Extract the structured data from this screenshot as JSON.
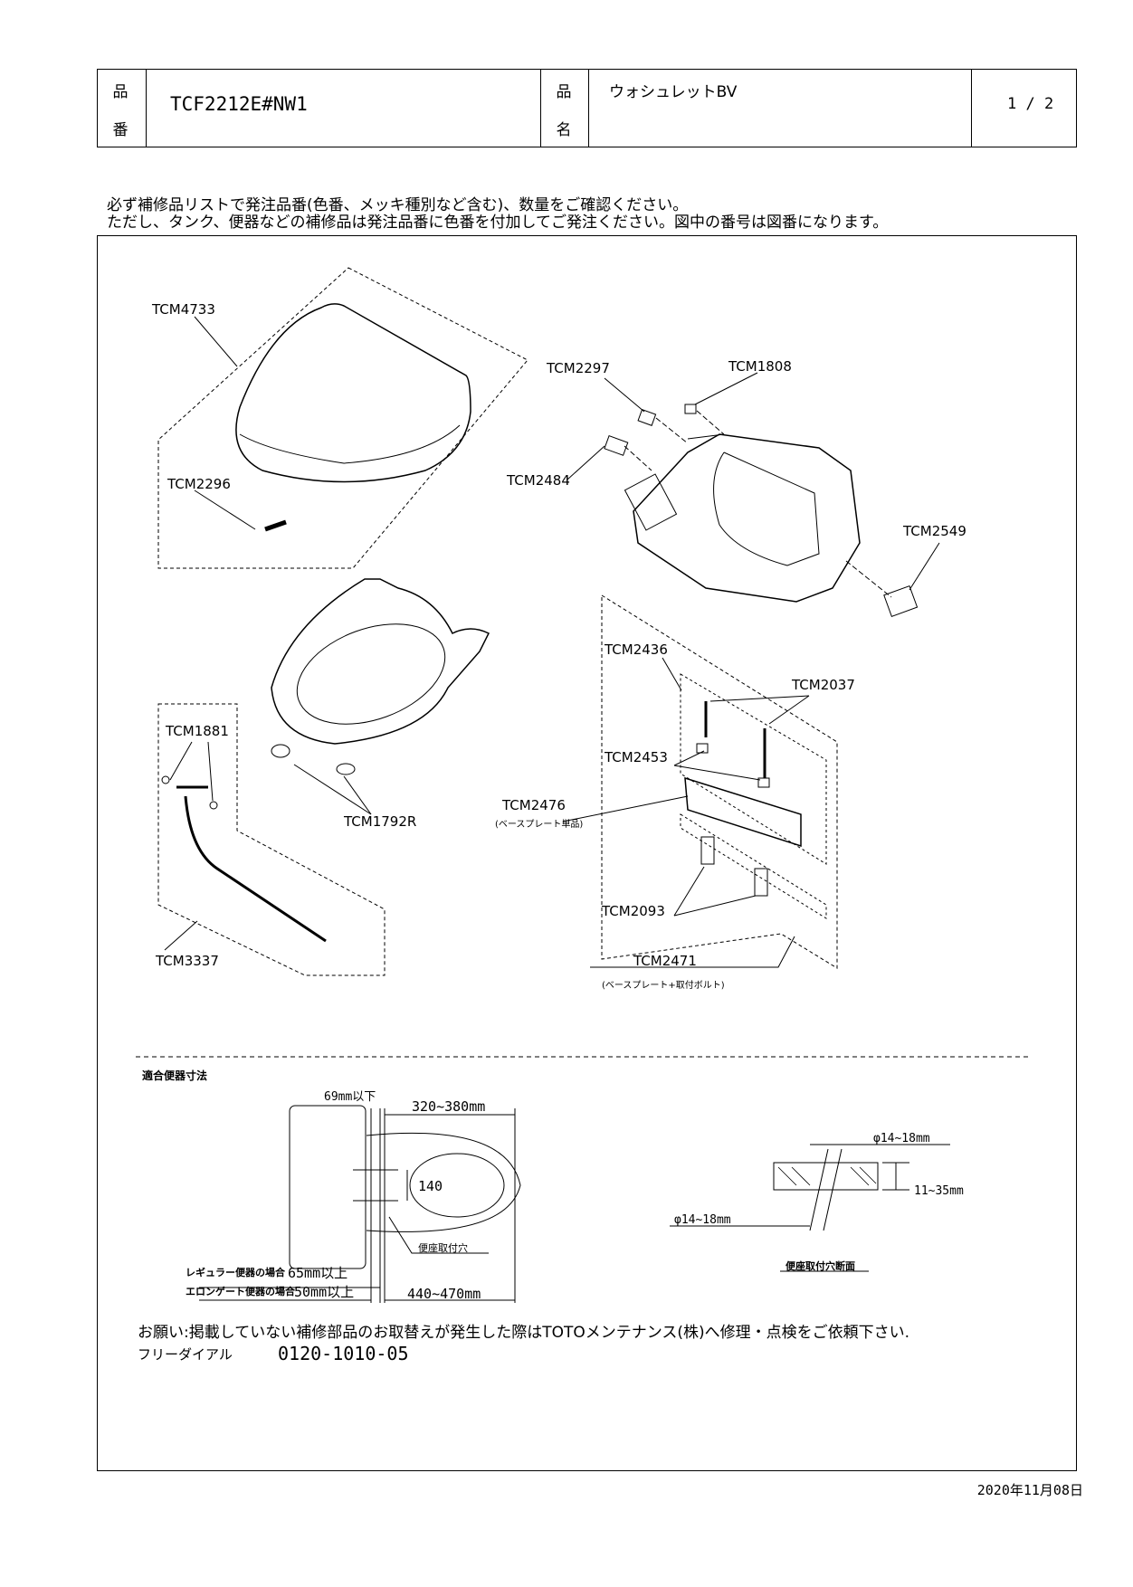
{
  "header": {
    "part_no_label_1": "品",
    "part_no_label_2": "番",
    "part_no": "TCF2212E#NW1",
    "name_label_1": "品",
    "name_label_2": "名",
    "product_name": "ウォシュレットBV",
    "page": "1 / 2"
  },
  "notes": [
    "必ず補修品リストで発注品番(色番、メッキ種別など含む)、数量をご確認ください。",
    "ただし、タンク、便器などの補修品は発注品番に色番を付加してご発注ください。図中の番号は図番になります。"
  ],
  "parts": {
    "tcm4733": "TCM4733",
    "tcm2296": "TCM2296",
    "tcm2297": "TCM2297",
    "tcm1808": "TCM1808",
    "tcm2484": "TCM2484",
    "tcm2549": "TCM2549",
    "tcm2436": "TCM2436",
    "tcm2037": "TCM2037",
    "tcm2453": "TCM2453",
    "tcm2476": "TCM2476",
    "tcm2476_sub": "(ベースプレート単品)",
    "tcm2093": "TCM2093",
    "tcm2471": "TCM2471",
    "tcm2471_sub": "(ベースプレート+取付ボルト)",
    "tcm1881": "TCM1881",
    "tcm1792r": "TCM1792R",
    "tcm3337": "TCM3337"
  },
  "dimensions": {
    "title": "適合便器寸法",
    "d_69": "69mm以下",
    "d_320_380": "320~380mm",
    "d_140": "140",
    "seat_hole": "便座取付穴",
    "regular_label": "レギュラー便器の場合",
    "regular_val": "65mm以上",
    "elongated_label": "エロンゲート便器の場合",
    "elongated_val": "50mm以上",
    "d_440_470": "440~470mm",
    "phi_top": "φ14~18mm",
    "phi_bottom": "φ14~18mm",
    "d_11_35": "11~35mm",
    "section_title": "便座取付穴断面"
  },
  "footer": {
    "request": "お願い:掲載していない補修部品のお取替えが発生した際はTOTOメンテナンス(株)へ修理・点検をご依頼下さい.",
    "free_dial_label": "フリーダイアル",
    "free_dial": "0120-1010-05"
  },
  "date": "2020年11月08日"
}
